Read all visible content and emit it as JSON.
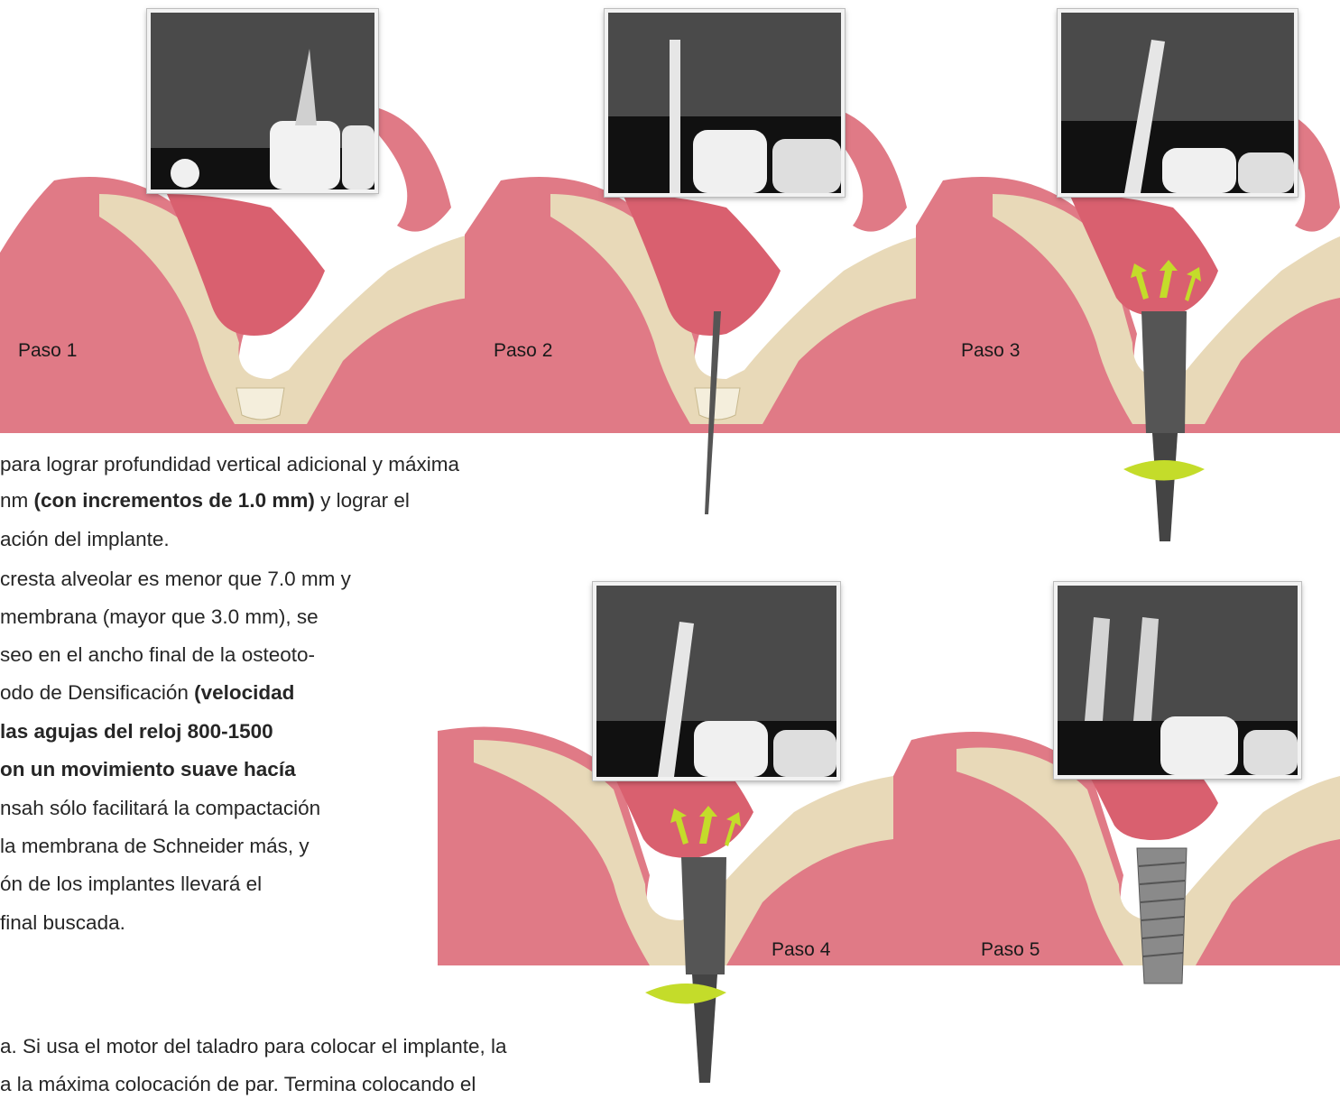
{
  "steps": [
    {
      "label": "Paso 1"
    },
    {
      "label": "Paso 2"
    },
    {
      "label": "Paso 3"
    },
    {
      "label": "Paso 4"
    },
    {
      "label": "Paso 5"
    }
  ],
  "text_block": {
    "l1": "para lograr profundidad vertical adicional y máxima",
    "l2a": "nm ",
    "l2b": "(con incrementos de 1.0 mm)",
    "l2c": " y lograr el",
    "l3": "ación del implante.",
    "l4": "cresta alveolar es menor que 7.0 mm y",
    "l5": "membrana (mayor que 3.0 mm), se",
    "l6": "seo en el ancho final de la osteoto-",
    "l7a": "odo de Densificación ",
    "l7b": "(velocidad",
    "l8": "las agujas del reloj 800-1500",
    "l9": "on un movimiento suave hacía",
    "l10": "nsah sólo facilitará la compactación",
    "l11": "la membrana de Schneider más, y",
    "l12": "ón de los implantes llevará el",
    "l13": "final buscada."
  },
  "bottom_text": {
    "l1": "a. Si usa el motor del taladro para colocar el implante, la",
    "l2": "a la máxima colocación de par.  Termina colocando el"
  },
  "colors": {
    "gum": "#e07a86",
    "gum_dark": "#c9555f",
    "bone": "#e8d9b8",
    "bone_speckle": "#7a4a35",
    "sinus": "#d9606f",
    "arrow": "#c4dc2a",
    "drill": "#555555"
  }
}
